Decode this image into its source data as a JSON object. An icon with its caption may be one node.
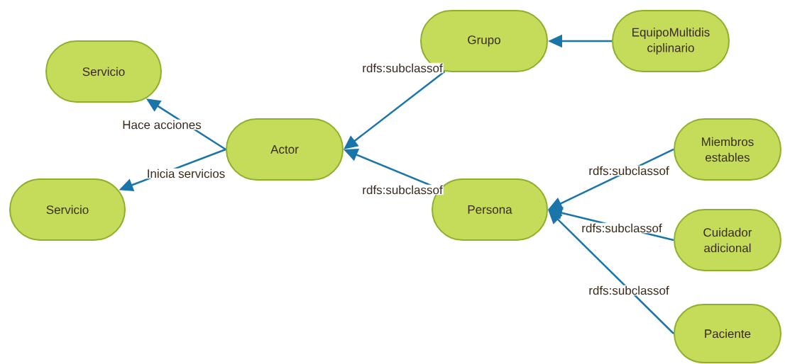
{
  "diagram": {
    "nodes": [
      {
        "text": [
          "Servicio"
        ]
      },
      {
        "text": [
          "Servicio"
        ]
      },
      {
        "text": [
          "Actor"
        ]
      },
      {
        "text": [
          "Grupo"
        ]
      },
      {
        "text": [
          "EquipoMultidis ciplinario"
        ]
      },
      {
        "text": [
          "Persona"
        ]
      },
      {
        "text": [
          "Miembros estables"
        ]
      },
      {
        "text": [
          "Cuidador adicional"
        ]
      },
      {
        "text": [
          "Paciente"
        ]
      }
    ],
    "edges": [
      {
        "from": 2,
        "to": 0,
        "arrow": "to",
        "label": "Hace acciones"
      },
      {
        "from": 2,
        "to": 1,
        "arrow": "to",
        "label": "Inicia servicios"
      },
      {
        "from": 3,
        "to": 2,
        "arrow": "to",
        "label": "rdfs:subclassof"
      },
      {
        "from": 5,
        "to": 2,
        "arrow": "to",
        "label": "rdfs:subclassof"
      },
      {
        "from": 4,
        "to": 3,
        "arrow": "to"
      },
      {
        "from": 6,
        "to": 5,
        "arrow": "to",
        "label": "rdfs:subclassof"
      },
      {
        "from": 7,
        "to": 5,
        "arrow": "to",
        "label": "rdfs:subclassof"
      },
      {
        "from": 8,
        "to": 5,
        "arrow": "to",
        "label": "rdfs:subclassof"
      }
    ]
  }
}
